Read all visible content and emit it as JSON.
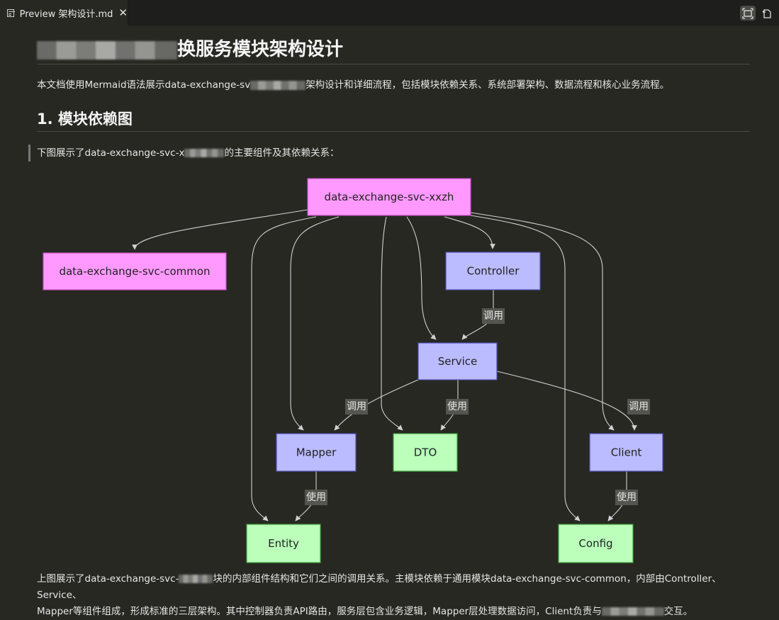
{
  "tab": {
    "title": "Preview 架构设计.md",
    "close_glyph": "✕",
    "icon": "preview-icon"
  },
  "toolbar": {
    "buttons": [
      {
        "icon": "split-view-icon"
      },
      {
        "icon": "open-source-icon"
      }
    ]
  },
  "doc": {
    "title_suffix": "换服务模块架构设计",
    "intro_before": "本文档使用Mermaid语法展示data-exchange-sv",
    "intro_after": "架构设计和详细流程，包括模块依赖关系、系统部署架构、数据流程和核心业务流程。",
    "section1": "1. 模块依赖图",
    "quote_before": "下图展示了data-exchange-svc-x",
    "quote_after": "的主要组件及其依赖关系：",
    "summary_line1_before": "上图展示了data-exchange-svc-",
    "summary_line1_after": "块的内部组件结构和它们之间的调用关系。主模块依赖于通用模块data-exchange-svc-common，内部由Controller、Service、",
    "summary_line2_before": "Mapper等组件组成，形成标准的三层架构。其中控制器负责API路由，服务层包含业务逻辑，Mapper层处理数据访问，Client负责与",
    "summary_line2_after": "交互。"
  },
  "diagram": {
    "colors": {
      "pink": "#ff99ff",
      "pink_stroke": "#c050c0",
      "blue": "#bbbbff",
      "blue_stroke": "#5050b0",
      "green": "#bbffbb",
      "green_stroke": "#40a040"
    },
    "nodes": [
      {
        "id": "root",
        "label": "data-exchange-svc-xxzh",
        "style": "pink"
      },
      {
        "id": "common",
        "label": "data-exchange-svc-common",
        "style": "pink"
      },
      {
        "id": "controller",
        "label": "Controller",
        "style": "blue"
      },
      {
        "id": "service",
        "label": "Service",
        "style": "blue"
      },
      {
        "id": "mapper",
        "label": "Mapper",
        "style": "blue"
      },
      {
        "id": "dto",
        "label": "DTO",
        "style": "green"
      },
      {
        "id": "client",
        "label": "Client",
        "style": "blue"
      },
      {
        "id": "entity",
        "label": "Entity",
        "style": "green"
      },
      {
        "id": "config",
        "label": "Config",
        "style": "green"
      }
    ],
    "edges": [
      {
        "from": "root",
        "to": "common",
        "label": ""
      },
      {
        "from": "root",
        "to": "controller",
        "label": ""
      },
      {
        "from": "root",
        "to": "service",
        "label": ""
      },
      {
        "from": "root",
        "to": "mapper",
        "label": ""
      },
      {
        "from": "root",
        "to": "dto",
        "label": ""
      },
      {
        "from": "root",
        "to": "client",
        "label": ""
      },
      {
        "from": "root",
        "to": "entity",
        "label": ""
      },
      {
        "from": "root",
        "to": "config",
        "label": ""
      },
      {
        "from": "controller",
        "to": "service",
        "label": "调用"
      },
      {
        "from": "service",
        "to": "mapper",
        "label": "调用"
      },
      {
        "from": "service",
        "to": "dto",
        "label": "使用"
      },
      {
        "from": "service",
        "to": "client",
        "label": "调用"
      },
      {
        "from": "mapper",
        "to": "entity",
        "label": "使用"
      },
      {
        "from": "client",
        "to": "config",
        "label": "使用"
      }
    ]
  }
}
